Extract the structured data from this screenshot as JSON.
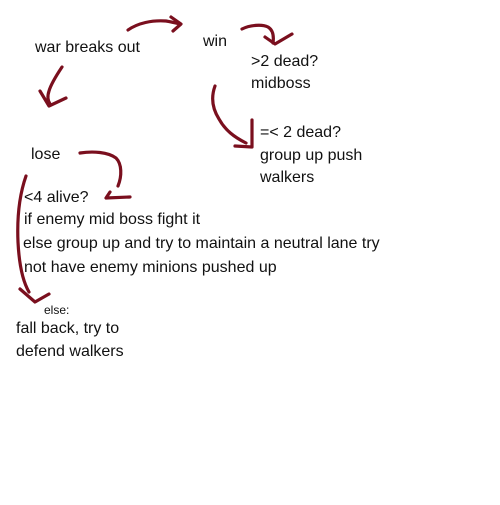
{
  "colors": {
    "arrow": "#7a0f1e",
    "text": "#111111",
    "background": "#ffffff"
  },
  "nodes": {
    "war_breaks_out": "war breaks out",
    "win": "win",
    "win_high_dead": {
      "line1": ">2 dead?",
      "line2": "midboss"
    },
    "win_low_dead": {
      "line1": "=< 2 dead?",
      "line2": "group up push",
      "line3": "walkers"
    },
    "lose": "lose",
    "lose_low_alive": {
      "line1": "<4 alive?",
      "line2": "if enemy mid boss fight it",
      "line3": "else group up and try to maintain a neutral lane  try",
      "line4": "not have enemy minions pushed up"
    },
    "else_label": "else:",
    "else_action": {
      "line1": "fall back, try to",
      "line2": "defend walkers"
    }
  }
}
